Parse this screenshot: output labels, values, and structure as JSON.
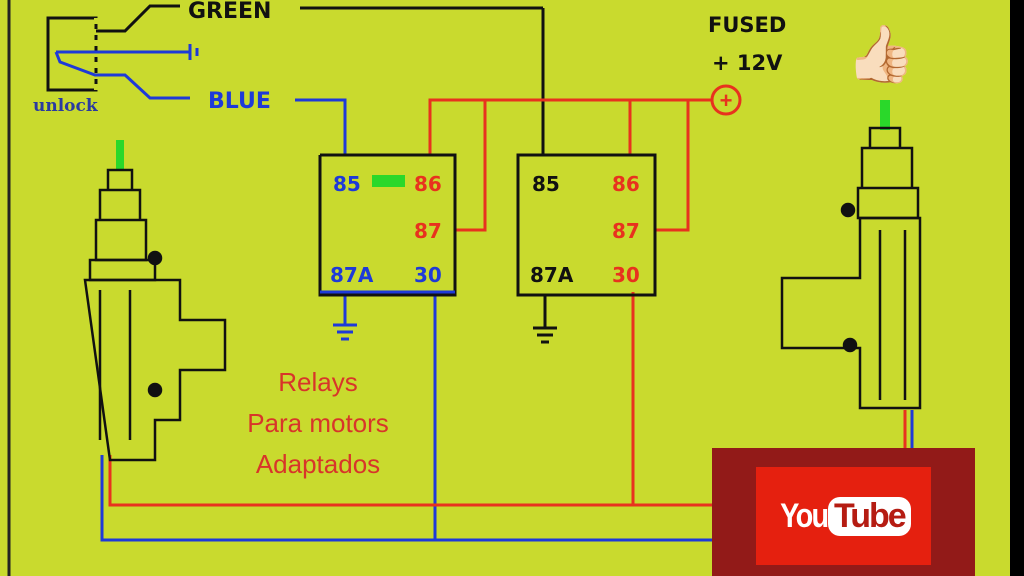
{
  "labels": {
    "green": "GREEN",
    "blue": "BLUE",
    "unlock": "unlock",
    "fused": "FUSED",
    "plus12v": "+ 12V",
    "plus_symbol": "+"
  },
  "relay1": {
    "p85": "85",
    "p86": "86",
    "p87": "87",
    "p87a": "87A",
    "p30": "30"
  },
  "relay2": {
    "p85": "85",
    "p86": "86",
    "p87": "87",
    "p87a": "87A",
    "p30": "30"
  },
  "caption": [
    "Relays",
    "Para motors",
    "Adaptados"
  ],
  "youtube": {
    "you": "You",
    "tube": "Tube"
  },
  "icons": [
    "thumbs-up-icon",
    "ground-icon",
    "fuse-plus-icon",
    "youtube-logo"
  ],
  "colors": {
    "background": "#c9da2e",
    "red_wire": "#e8321e",
    "blue_wire": "#1e3ad8",
    "black_wire": "#111111",
    "caption": "#d8352a"
  }
}
